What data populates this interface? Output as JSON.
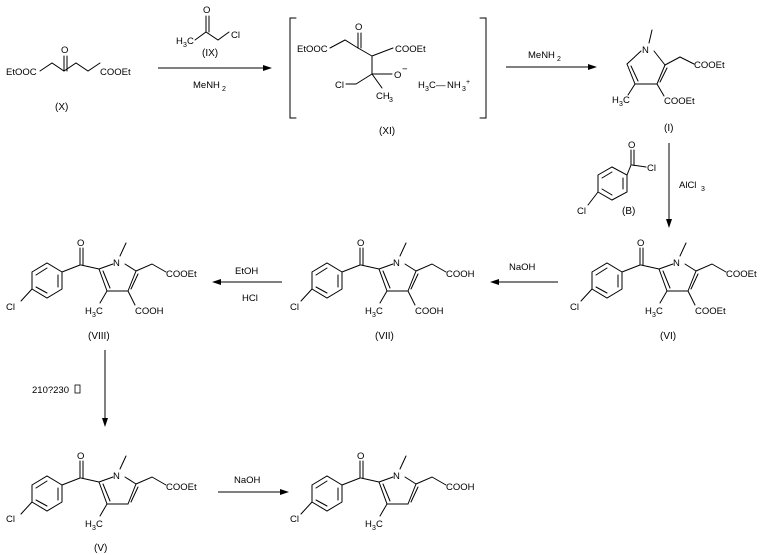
{
  "groups": {
    "etooc": "EtOOC",
    "cooet": "COOEt",
    "cooh": "COOH",
    "o": "O",
    "cl": "Cl",
    "n": "N",
    "ch3": "CH",
    "h3c": "H",
    "c_letter": "C",
    "three": "3",
    "nh3": "NH",
    "plus": "+",
    "minus": "−",
    "dash": "—",
    "o_minus": "O"
  },
  "compounds": {
    "X": "(X)",
    "IX": "(IX)",
    "XI": "(XI)",
    "I": "(I)",
    "B": "(B)",
    "VI": "(VI)",
    "VII": "(VII)",
    "VIII": "(VIII)",
    "V": "(V)"
  },
  "reagents": {
    "menh2_1": "MeNH",
    "menh2_sub": "2",
    "menh2_2": "MeNH",
    "alcl3": "AlCl",
    "alcl3_sub": "3",
    "naoh_1": "NaOH",
    "etoh": "EtOH",
    "hcl": "HCl",
    "temp": "210?230",
    "naoh_2": "NaOH"
  }
}
